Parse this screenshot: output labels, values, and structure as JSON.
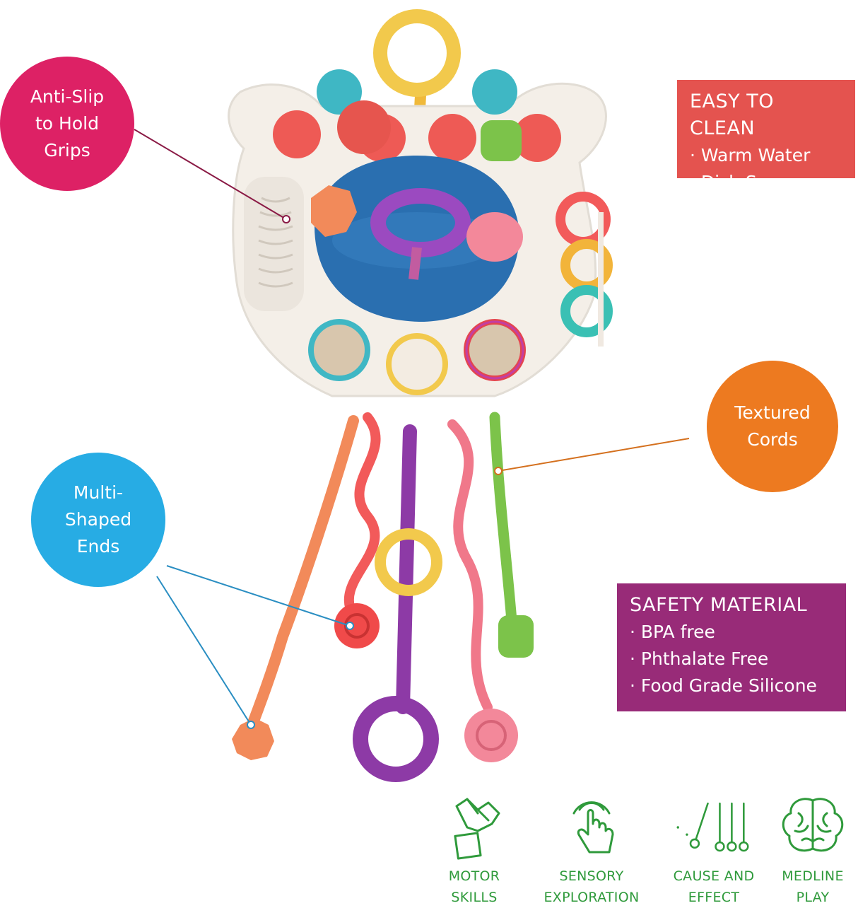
{
  "callouts": {
    "anti_slip": "Anti-Slip\nto Hold\nGrips",
    "multi_shaped": "Multi-\nShaped\nEnds",
    "textured": "Textured\nCords"
  },
  "easy_clean": {
    "title": "EASY TO CLEAN",
    "bullets": [
      "· Warm Water",
      "· Dish Soap"
    ]
  },
  "safety": {
    "title": "SAFETY MATERIAL",
    "bullets": [
      "· BPA free",
      "· Phthalate Free",
      "· Food Grade Silicone"
    ]
  },
  "features": [
    {
      "icon": "hand-block-icon",
      "label": "MOTOR\nSKILLS"
    },
    {
      "icon": "touch-hand-icon",
      "label": "SENSORY\nEXPLORATION"
    },
    {
      "icon": "pendulum-icon",
      "label": "CAUSE AND\nEFFECT"
    },
    {
      "icon": "brain-icon",
      "label": "MEDLINE\nPLAY"
    }
  ],
  "colors": {
    "pink": "#dd2165",
    "blue": "#27ace4",
    "orange": "#ed7a20",
    "red": "#e4534f",
    "purple": "#982b78",
    "green": "#2f9a3b"
  }
}
